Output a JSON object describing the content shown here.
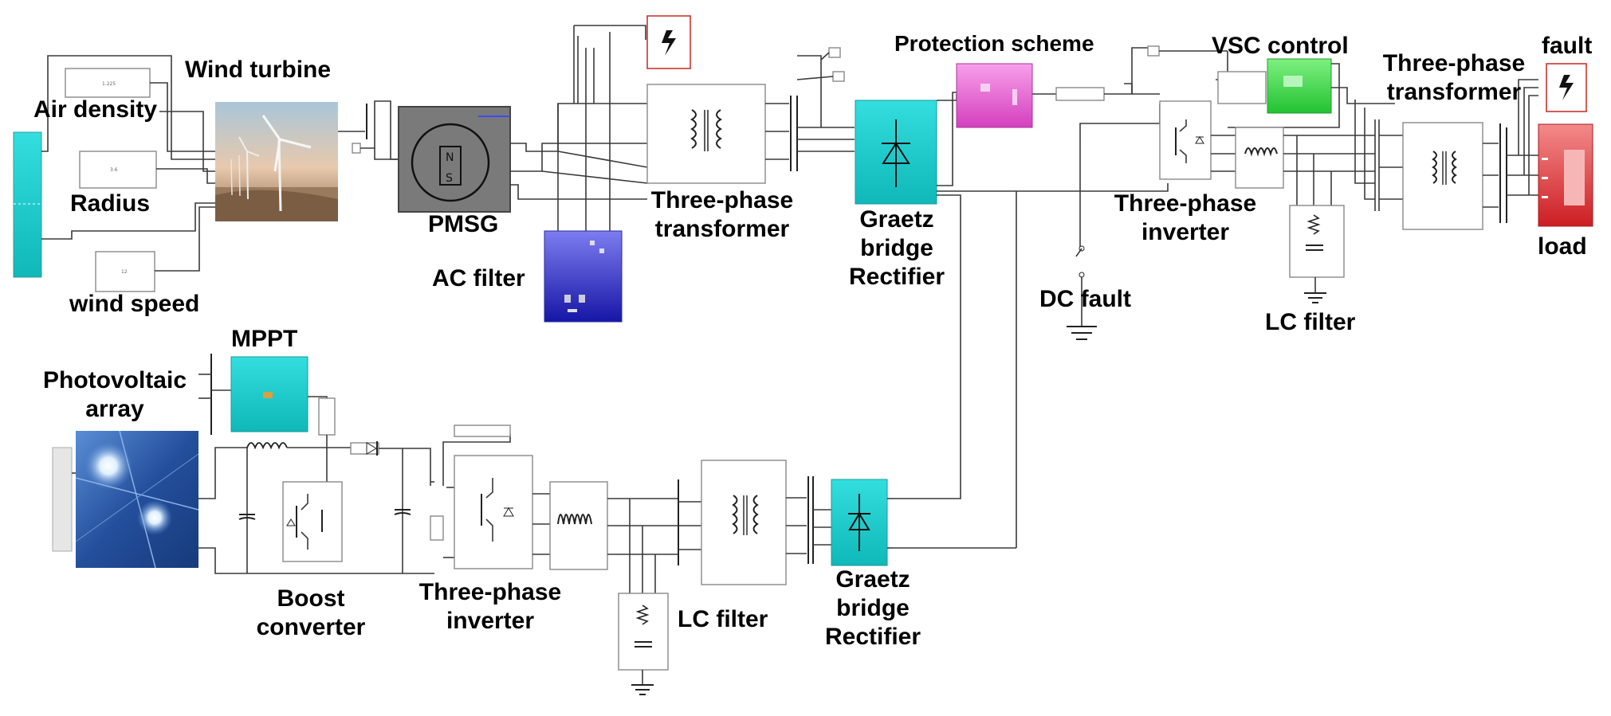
{
  "labels": {
    "air_density": "Air density",
    "wind_turbine": "Wind turbine",
    "radius": "Radius",
    "wind_speed": "wind speed",
    "pmsg": "PMSG",
    "ac_filter": "AC filter",
    "three_phase_transformer_wind": "Three-phase\ntransformer",
    "graetz_top": "Graetz\nbridge\nRectifier",
    "protection_scheme": "Protection scheme",
    "dc_fault": "DC fault",
    "vsc_control": "VSC control",
    "three_phase_inverter_grid": "Three-phase\ninverter",
    "lc_filter_grid": "LC filter",
    "three_phase_transformer_grid": "Three-phase\ntransformer",
    "fault": "fault",
    "load": "load",
    "mppt": "MPPT",
    "photovoltaic_array": "Photovoltaic\narray",
    "boost_converter": "Boost\nconverter",
    "three_phase_inverter_pv": "Three-phase\ninverter",
    "lc_filter_pv": "LC filter",
    "graetz_bottom": "Graetz\nbridge\nRectifier"
  },
  "colors": {
    "cyan_block": "#1ecfcf",
    "pmsg_gray": "#7a7a7a",
    "ac_filter_blue": "#3b3bd0",
    "protection_pink": "#e85fcf",
    "vsc_green": "#3fd24a",
    "load_red": "#e5393b",
    "pv_blue": "#2a5fb0",
    "fault_red": "#cc3333"
  },
  "icons": [
    "photovoltaic-array-image",
    "wind-turbine-image",
    "pmsg-machine-icon",
    "diode-icon",
    "igbt-icon",
    "inductor-icon",
    "capacitor-icon",
    "ground-icon",
    "lightning-fault-icon",
    "switch-icon",
    "transformer-icon"
  ]
}
